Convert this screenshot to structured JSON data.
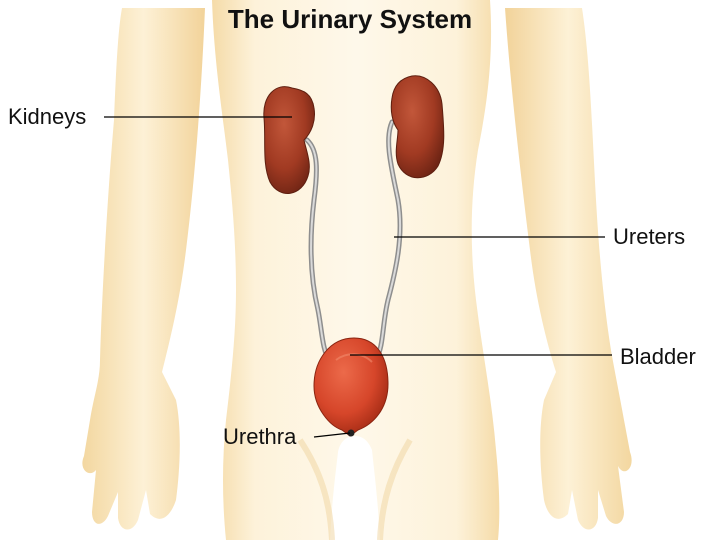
{
  "title": "The Urinary System",
  "labels": {
    "kidneys": "Kidneys",
    "ureters": "Ureters",
    "bladder": "Bladder",
    "urethra": "Urethra"
  },
  "colors": {
    "skin_light": "#fdf3dc",
    "skin_mid": "#f7e0b0",
    "skin_edge": "#efcb8e",
    "kidney": "#a13a22",
    "kidney_dark": "#6e2414",
    "bladder": "#d6462a",
    "bladder_dark": "#a12a14",
    "ureter": "#a8a8a8",
    "leader_line": "#000000"
  }
}
